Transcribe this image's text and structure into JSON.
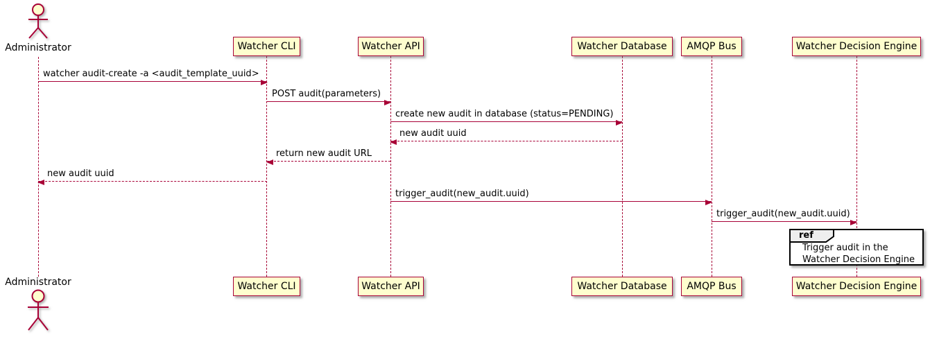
{
  "diagram_type": "sequence",
  "colors": {
    "participant_fill": "#FEFECE",
    "participant_border": "#A80036",
    "lifeline": "#A80036",
    "arrow": "#A80036",
    "text": "#000000",
    "ref_tab_fill": "#EEEEEE",
    "ref_border": "#000000",
    "background": "#FFFFFF"
  },
  "actor": {
    "name": "Administrator"
  },
  "participants": [
    {
      "name": "Watcher CLI"
    },
    {
      "name": "Watcher API"
    },
    {
      "name": "Watcher Database"
    },
    {
      "name": "AMQP Bus"
    },
    {
      "name": "Watcher Decision Engine"
    }
  ],
  "messages": [
    {
      "from": "Administrator",
      "to": "Watcher CLI",
      "label": "watcher audit-create -a <audit_template_uuid>",
      "line": "solid",
      "direction": "right"
    },
    {
      "from": "Watcher CLI",
      "to": "Watcher API",
      "label": "POST audit(parameters)",
      "line": "solid",
      "direction": "right"
    },
    {
      "from": "Watcher API",
      "to": "Watcher Database",
      "label": "create new audit in database (status=PENDING)",
      "line": "solid",
      "direction": "right"
    },
    {
      "from": "Watcher Database",
      "to": "Watcher API",
      "label": "new audit uuid",
      "line": "dashed",
      "direction": "left"
    },
    {
      "from": "Watcher API",
      "to": "Watcher CLI",
      "label": "return new audit URL",
      "line": "dashed",
      "direction": "left"
    },
    {
      "from": "Watcher CLI",
      "to": "Administrator",
      "label": "new audit uuid",
      "line": "dashed",
      "direction": "left"
    },
    {
      "from": "Watcher API",
      "to": "AMQP Bus",
      "label": "trigger_audit(new_audit.uuid)",
      "line": "solid",
      "direction": "right"
    },
    {
      "from": "AMQP Bus",
      "to": "Watcher Decision Engine",
      "label": "trigger_audit(new_audit.uuid)",
      "line": "solid",
      "direction": "right"
    }
  ],
  "ref": {
    "tag": "ref",
    "over": "Watcher Decision Engine",
    "line1": "Trigger audit in the",
    "line2": "Watcher Decision Engine"
  }
}
